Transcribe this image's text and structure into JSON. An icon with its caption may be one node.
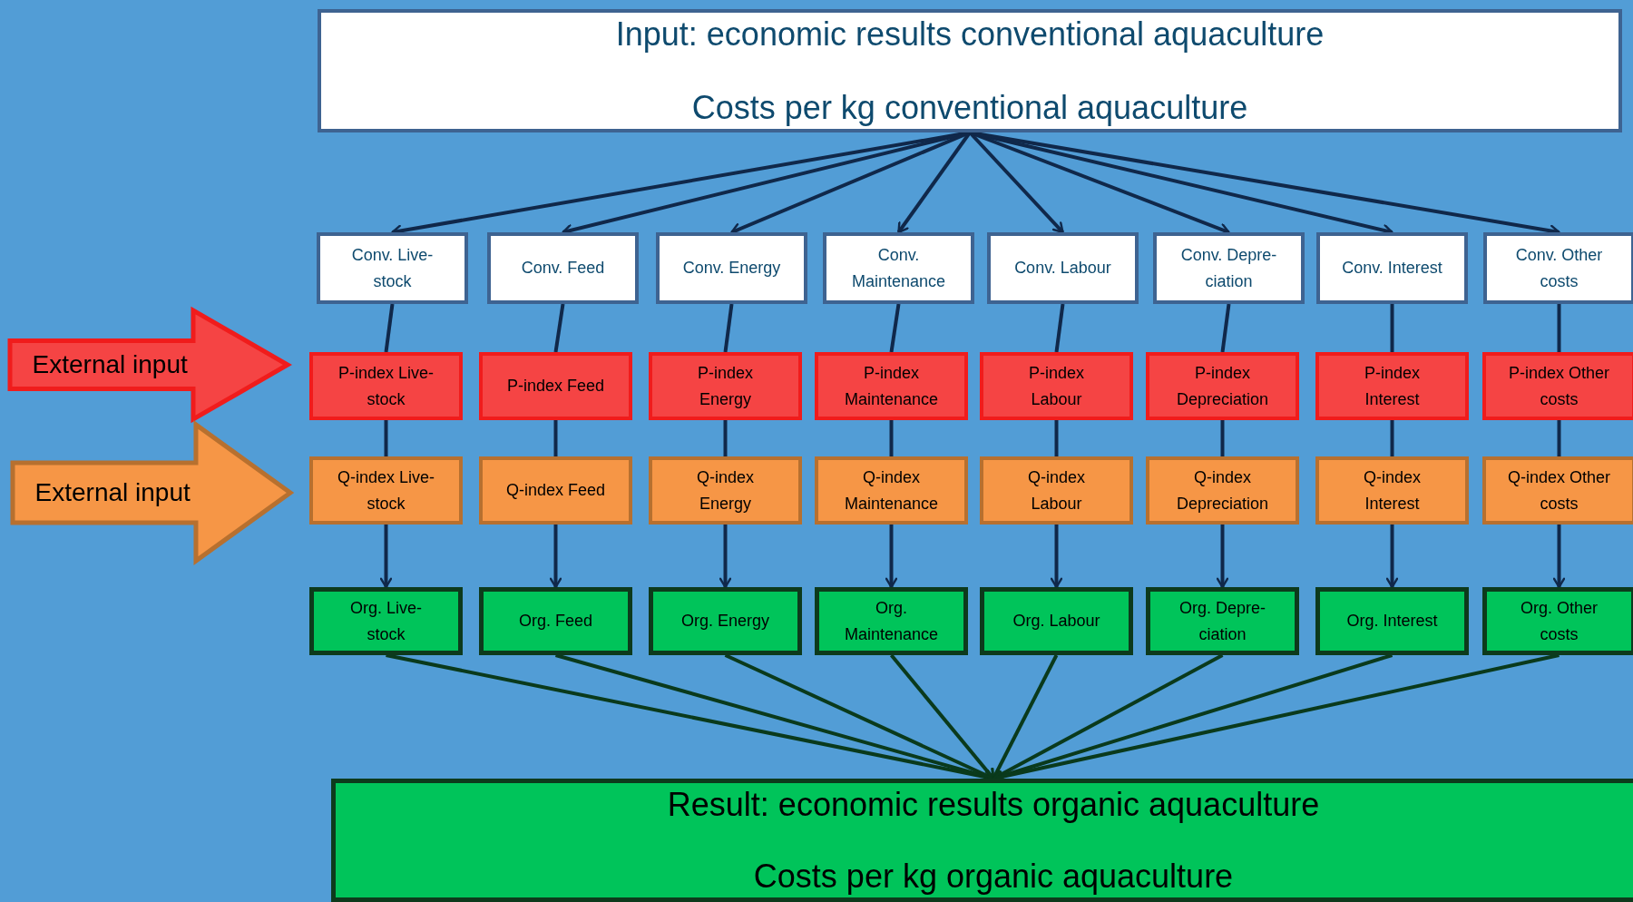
{
  "diagram": {
    "nodes": [
      {
        "text": [
          "Input: economic results conventional aquaculture",
          "Costs per kg conventional aquaculture"
        ]
      },
      {
        "text": [
          "Conv. Live-stock"
        ]
      },
      {
        "text": [
          "Conv. Feed"
        ]
      },
      {
        "text": [
          "Conv. Energy"
        ]
      },
      {
        "text": [
          "Conv. Maintenance"
        ]
      },
      {
        "text": [
          "Conv. Labour"
        ]
      },
      {
        "text": [
          "Conv. Depre-ciation"
        ]
      },
      {
        "text": [
          "Conv. Interest"
        ]
      },
      {
        "text": [
          "Conv. Other costs"
        ]
      },
      {
        "text": [
          "External input"
        ]
      },
      {
        "text": [
          "P-index Live-stock"
        ]
      },
      {
        "text": [
          "P-index Feed"
        ]
      },
      {
        "text": [
          "P-index Energy"
        ]
      },
      {
        "text": [
          "P-index Maintenance"
        ]
      },
      {
        "text": [
          "P-index Labour"
        ]
      },
      {
        "text": [
          "P-index Depreciation"
        ]
      },
      {
        "text": [
          "P-index Interest"
        ]
      },
      {
        "text": [
          "P-index Other costs"
        ]
      },
      {
        "text": [
          "External input"
        ]
      },
      {
        "text": [
          "Q-index Live-stock"
        ]
      },
      {
        "text": [
          "Q-index Feed"
        ]
      },
      {
        "text": [
          "Q-index Energy"
        ]
      },
      {
        "text": [
          "Q-index Maintenance"
        ]
      },
      {
        "text": [
          "Q-index Labour"
        ]
      },
      {
        "text": [
          "Q-index Depreciation"
        ]
      },
      {
        "text": [
          "Q-index Interest"
        ]
      },
      {
        "text": [
          "Q-index Other costs"
        ]
      },
      {
        "text": [
          "Org. Live-stock"
        ]
      },
      {
        "text": [
          "Org. Feed"
        ]
      },
      {
        "text": [
          "Org. Energy"
        ]
      },
      {
        "text": [
          "Org. Maintenance"
        ]
      },
      {
        "text": [
          "Org. Labour"
        ]
      },
      {
        "text": [
          "Org. Depre-ciation"
        ]
      },
      {
        "text": [
          "Org. Interest"
        ]
      },
      {
        "text": [
          "Org. Other costs"
        ]
      },
      {
        "text": [
          "Result: economic results organic aquaculture",
          "Costs per kg organic aquaculture"
        ]
      }
    ],
    "edges": [
      {
        "from": 0,
        "to": 1,
        "arrow": "to"
      },
      {
        "from": 0,
        "to": 2,
        "arrow": "to"
      },
      {
        "from": 0,
        "to": 3,
        "arrow": "to"
      },
      {
        "from": 0,
        "to": 4,
        "arrow": "to"
      },
      {
        "from": 0,
        "to": 5,
        "arrow": "to"
      },
      {
        "from": 0,
        "to": 6,
        "arrow": "to"
      },
      {
        "from": 0,
        "to": 7,
        "arrow": "to"
      },
      {
        "from": 0,
        "to": 8,
        "arrow": "to"
      },
      {
        "from": 1,
        "to": 10,
        "arrow": "none"
      },
      {
        "from": 2,
        "to": 11,
        "arrow": "none"
      },
      {
        "from": 3,
        "to": 12,
        "arrow": "none"
      },
      {
        "from": 4,
        "to": 13,
        "arrow": "none"
      },
      {
        "from": 5,
        "to": 14,
        "arrow": "none"
      },
      {
        "from": 6,
        "to": 15,
        "arrow": "none"
      },
      {
        "from": 7,
        "to": 16,
        "arrow": "none"
      },
      {
        "from": 8,
        "to": 17,
        "arrow": "none"
      },
      {
        "from": 10,
        "to": 19,
        "arrow": "none"
      },
      {
        "from": 11,
        "to": 20,
        "arrow": "none"
      },
      {
        "from": 12,
        "to": 21,
        "arrow": "none"
      },
      {
        "from": 13,
        "to": 22,
        "arrow": "none"
      },
      {
        "from": 14,
        "to": 23,
        "arrow": "none"
      },
      {
        "from": 15,
        "to": 24,
        "arrow": "none"
      },
      {
        "from": 16,
        "to": 25,
        "arrow": "none"
      },
      {
        "from": 17,
        "to": 26,
        "arrow": "none"
      },
      {
        "from": 19,
        "to": 27,
        "arrow": "to"
      },
      {
        "from": 20,
        "to": 28,
        "arrow": "to"
      },
      {
        "from": 21,
        "to": 29,
        "arrow": "to"
      },
      {
        "from": 22,
        "to": 30,
        "arrow": "to"
      },
      {
        "from": 23,
        "to": 31,
        "arrow": "to"
      },
      {
        "from": 24,
        "to": 32,
        "arrow": "to"
      },
      {
        "from": 25,
        "to": 33,
        "arrow": "to"
      },
      {
        "from": 26,
        "to": 34,
        "arrow": "to"
      },
      {
        "from": 27,
        "to": 35,
        "arrow": "to",
        "color": "#0a3a1c"
      },
      {
        "from": 28,
        "to": 35,
        "arrow": "to",
        "color": "#0a3a1c"
      },
      {
        "from": 29,
        "to": 35,
        "arrow": "to",
        "color": "#0a3a1c"
      },
      {
        "from": 30,
        "to": 35,
        "arrow": "to",
        "color": "#0a3a1c"
      },
      {
        "from": 31,
        "to": 35,
        "arrow": "to",
        "color": "#0a3a1c"
      },
      {
        "from": 32,
        "to": 35,
        "arrow": "to",
        "color": "#0a3a1c"
      },
      {
        "from": 33,
        "to": 35,
        "arrow": "to",
        "color": "#0a3a1c"
      },
      {
        "from": 34,
        "to": 35,
        "arrow": "to",
        "color": "#0a3a1c"
      }
    ]
  }
}
